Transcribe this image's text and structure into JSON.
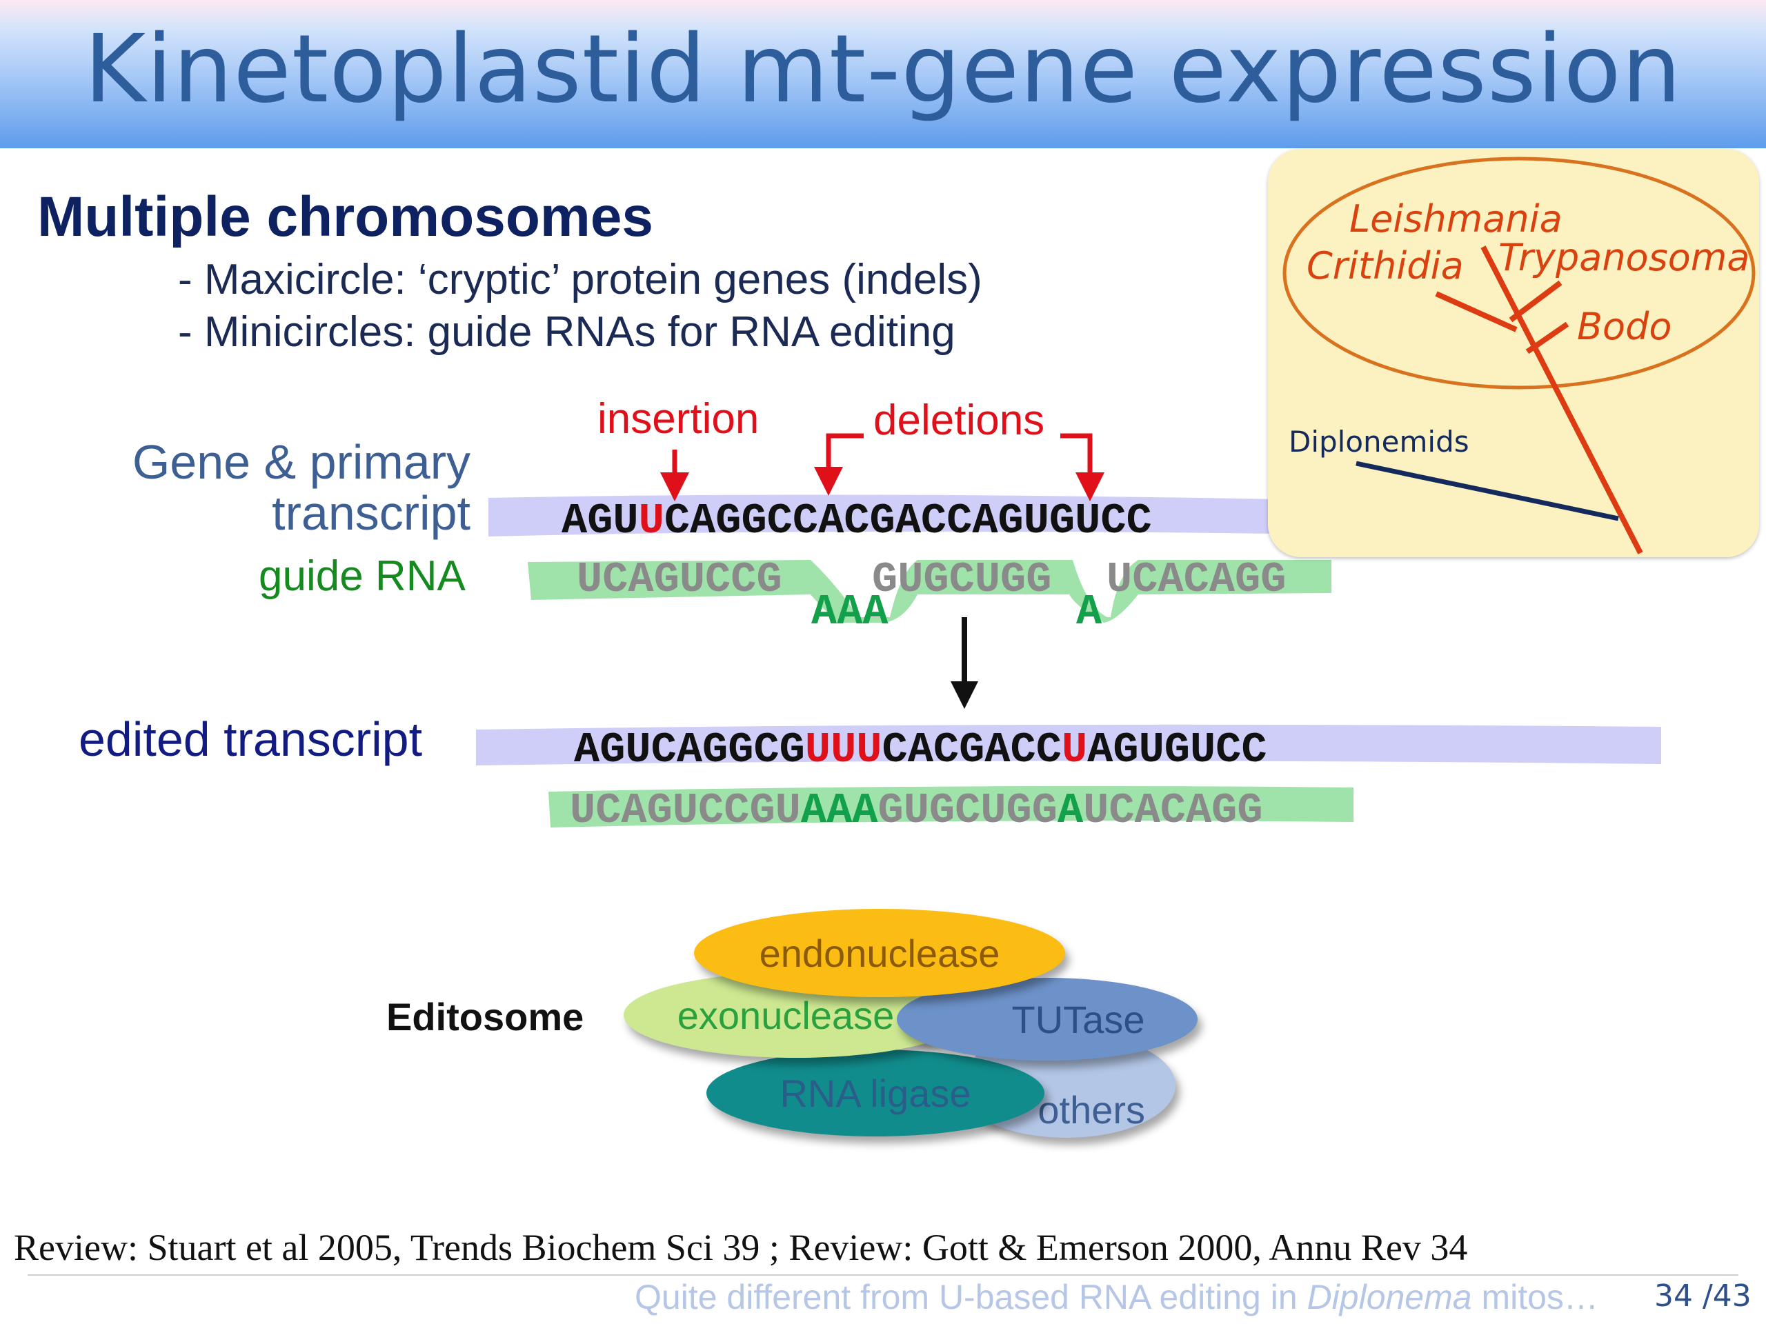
{
  "title": "Kinetoplastid mt-gene expression",
  "heading": "Multiple chromosomes",
  "bullets": [
    "- Maxicircle: ‘cryptic’ protein genes (indels)",
    "- Minicircles: guide RNAs for RNA editing"
  ],
  "annotations": {
    "insertion": "insertion",
    "deletions": "deletions"
  },
  "labels": {
    "gene_line1": "Gene & primary",
    "gene_line2": "transcript",
    "guide_rna": "guide RNA",
    "edited_transcript": "edited transcript",
    "editosome": "Editosome"
  },
  "primary_transcript": {
    "part1": "AGU",
    "insert": "U",
    "part2": "CAGGCCACGACCAGUGUCC"
  },
  "guide_rna": {
    "seg1": "UCAGUCCG",
    "seg2": "GUGCUGG",
    "seg3": "UCACAGG",
    "loop1": "AAA",
    "loop2": "A"
  },
  "edited": {
    "part1": "AGUCAGGCG",
    "ins1": "UUU",
    "part2": "CACGACC",
    "ins2": "U",
    "part3": "AGUGUCC"
  },
  "edited_guide": {
    "part1": "UCAGUCCGU",
    "g1": "AAA",
    "part2": "GUGCUGG",
    "g2": "A",
    "part3": "UCACAGG"
  },
  "editosome_components": {
    "endonuclease": "endonuclease",
    "exonuclease": "exonuclease",
    "tutase": "TUTase",
    "rna_ligase": "RNA ligase",
    "others": "others"
  },
  "tree": {
    "leishmania": "Leishmania",
    "crithidia": "Crithidia",
    "trypanosoma": "Trypanosoma",
    "bodo": "Bodo",
    "diplonemids": "Diplonemids"
  },
  "references": "Review: Stuart et al 2005, Trends Biochem Sci 39 ;   Review: Gott & Emerson 2000, Annu Rev 34",
  "footer": {
    "note_pre": "Quite different from U-based RNA editing in ",
    "note_italic": "Diplonema",
    "note_post": " mitos…",
    "page": "34 /43"
  },
  "colors": {
    "title": "#2d5d9b",
    "heading": "#0e2160",
    "red": "#e0101a",
    "green": "#12a04a",
    "endonuclease": "#fbbd14",
    "exonuclease": "#cde891",
    "tutase": "#6d92c9",
    "rna_ligase": "#118c8c",
    "others": "#b3c6e6",
    "tree_box": "#fcf1c0"
  }
}
